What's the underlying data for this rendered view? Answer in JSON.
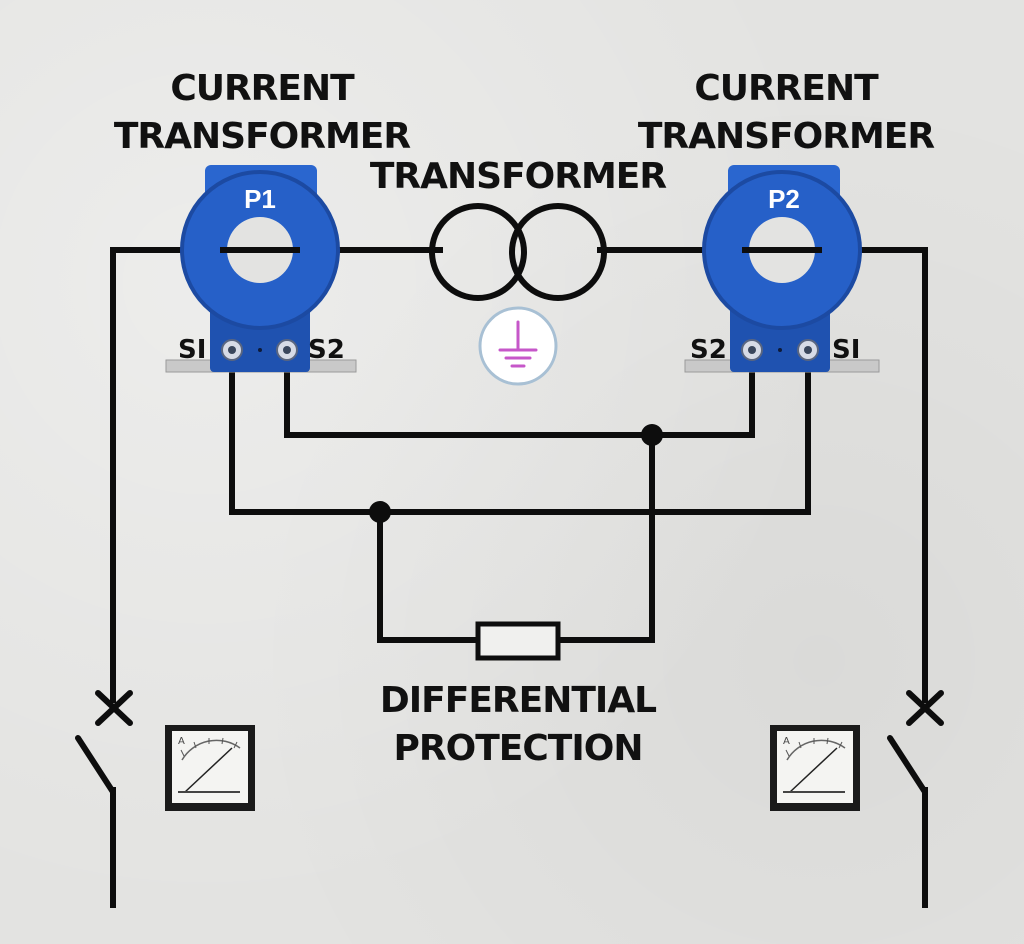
{
  "labels": {
    "ct_left_line1": "CURRENT",
    "ct_left_line2": "TRANSFORMER",
    "ct_right_line1": "CURRENT",
    "ct_right_line2": "TRANSFORMER",
    "transformer": "TRANSFORMER",
    "protection_line1": "DIFFERENTIAL",
    "protection_line2": "PROTECTION"
  },
  "ct_left": {
    "name": "P1",
    "terminal_left": "SI",
    "terminal_right": "S2"
  },
  "ct_right": {
    "name": "P2",
    "terminal_left": "S2",
    "terminal_right": "SI"
  },
  "colors": {
    "ct_body": "#2660c8",
    "ct_body_dark": "#1c4aa2",
    "wire": "#0d0d0d",
    "ground_symbol": "#c657c9",
    "background": "#e3e3e1"
  },
  "icons": {
    "ground": "ground-icon",
    "breaker": "circuit-breaker-icon",
    "meter": "ammeter-icon"
  }
}
